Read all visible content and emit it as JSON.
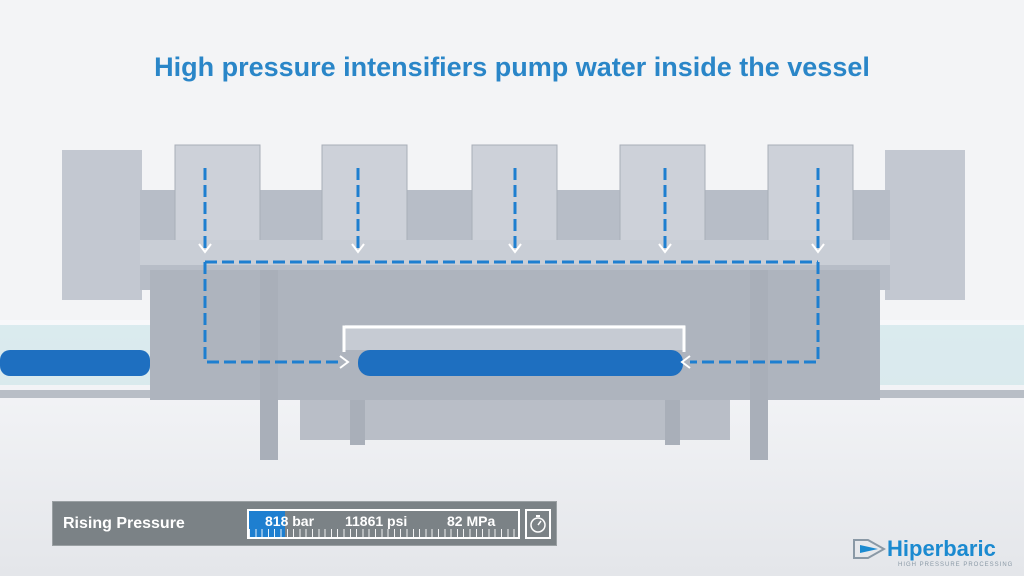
{
  "title": "High pressure intensifiers pump water inside the vessel",
  "status_panel": {
    "label": "Rising Pressure",
    "bar": "818 bar",
    "psi": "11861 psi",
    "mpa": "82 MPa",
    "fill_percent": 13.5,
    "icon": "stopwatch-icon"
  },
  "logo": {
    "name": "Hiperbaric",
    "tagline": "HIGH PRESSURE PROCESSING"
  },
  "colors": {
    "accent": "#2a86c8",
    "flow": "#1e7fd0",
    "panel": "#7b8286"
  }
}
